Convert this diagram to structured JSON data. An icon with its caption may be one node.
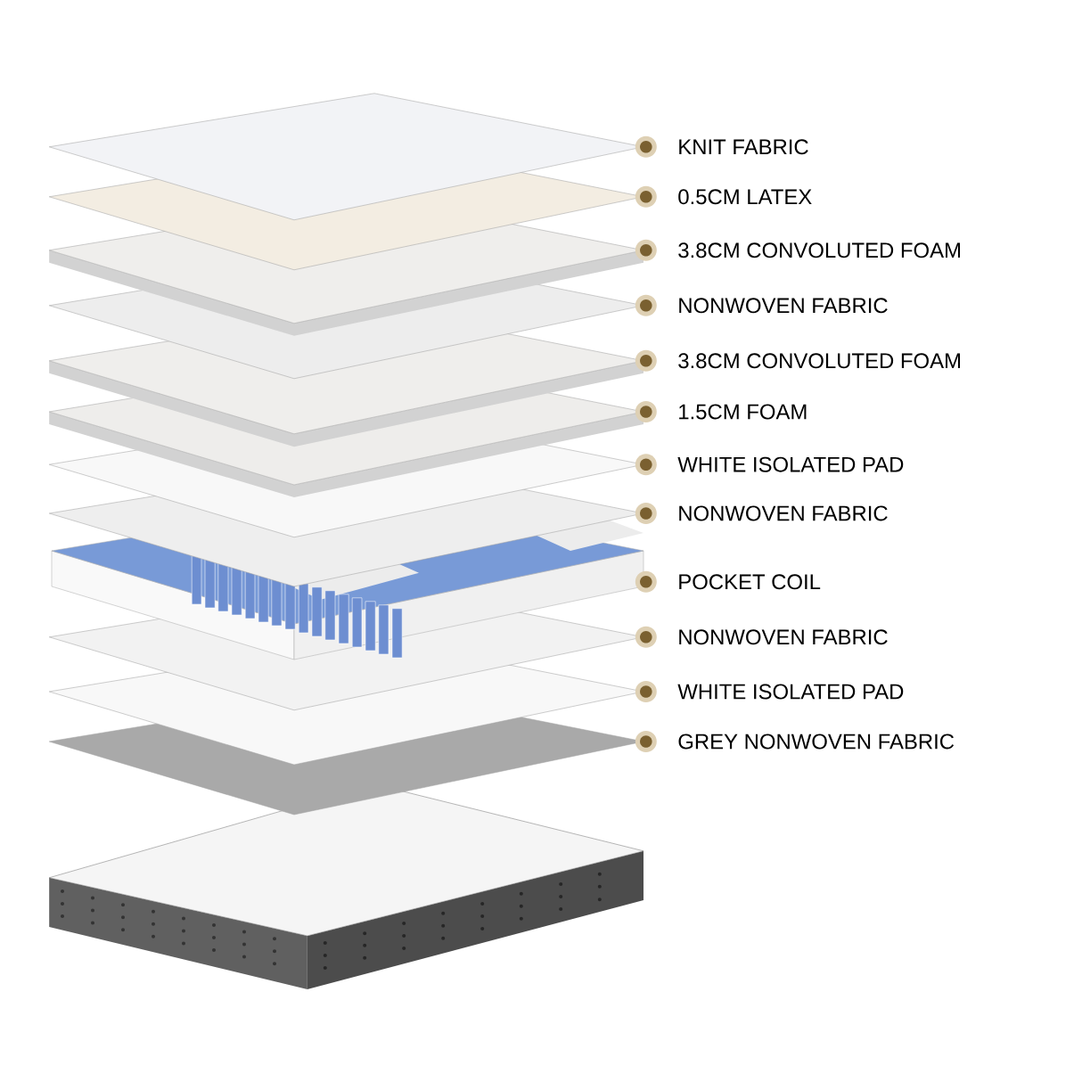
{
  "diagram": {
    "labels": [
      "KNIT FABRIC",
      "0.5CM LATEX",
      "3.8CM CONVOLUTED FOAM",
      "NONWOVEN FABRIC",
      "3.8CM CONVOLUTED FOAM",
      "1.5CM FOAM",
      "WHITE ISOLATED PAD",
      "NONWOVEN FABRIC",
      "POCKET COIL",
      "NONWOVEN FABRIC",
      "WHITE ISOLATED PAD",
      "GREY NONWOVEN FABRIC"
    ]
  }
}
